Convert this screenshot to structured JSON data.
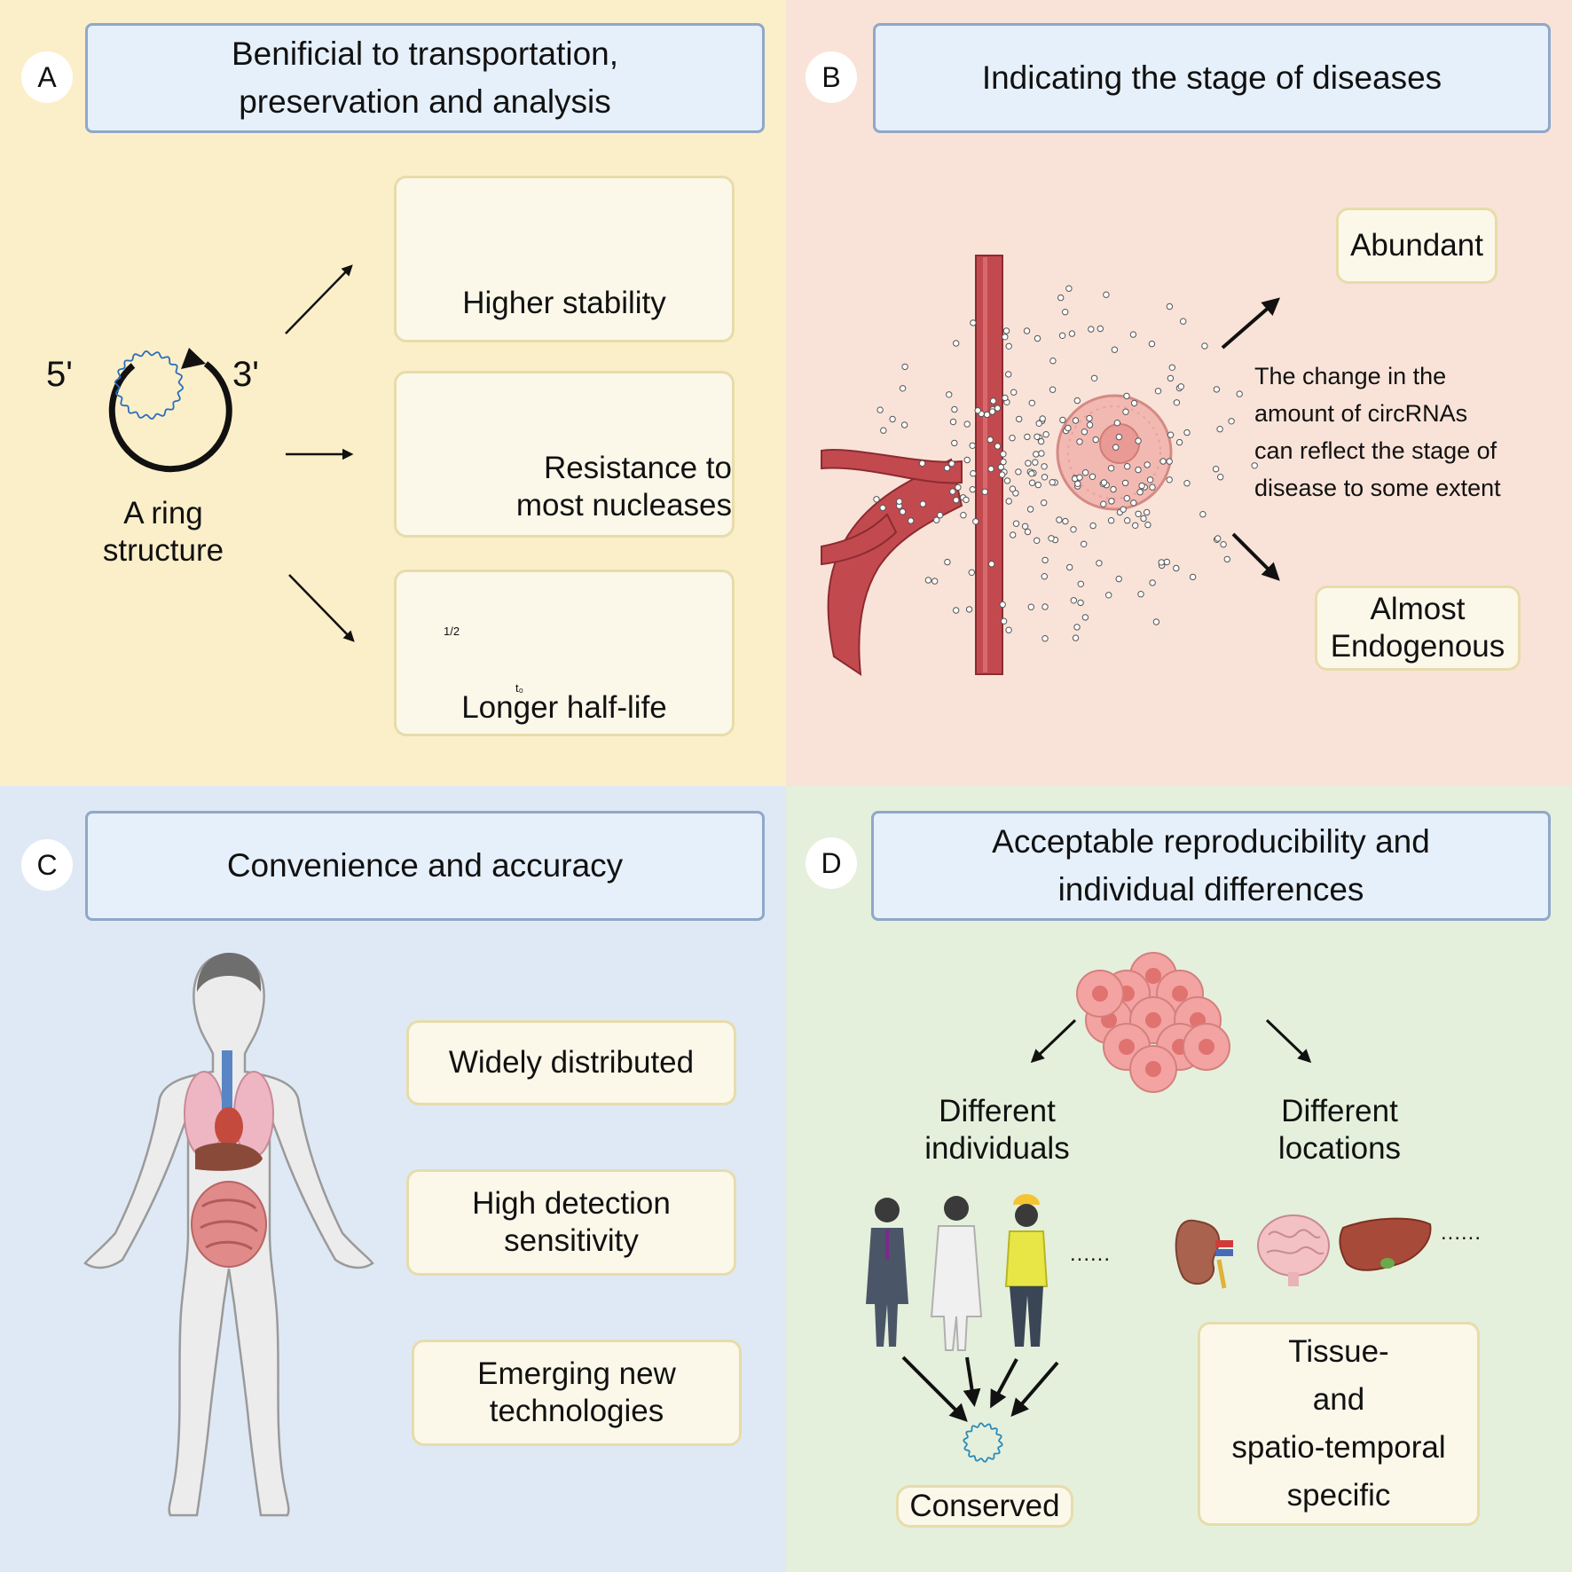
{
  "panel_a": {
    "letter": "A",
    "title_line1": "Benificial to transportation,",
    "title_line2": "preservation and analysis",
    "end5": "5'",
    "end3": "3'",
    "ring_label_line1": "A ring",
    "ring_label_line2": "structure",
    "stability": "Higher stability",
    "nuclease_line1": "Resistance to",
    "nuclease_line2": "most nucleases",
    "halflife": "Longer half-life",
    "graph_y_tick": "1/2",
    "graph_x_tick": "t₀"
  },
  "panel_b": {
    "letter": "B",
    "title": "Indicating the stage of diseases",
    "abundant": "Abundant",
    "endogenous_line1": "Almost",
    "endogenous_line2": "Endogenous",
    "note_line1": "The change in the",
    "note_line2": "amount of circRNAs",
    "note_line3": "can reflect the stage of",
    "note_line4": "disease to some extent"
  },
  "panel_c": {
    "letter": "C",
    "title": "Convenience and accuracy",
    "widely": "Widely distributed",
    "sensitivity_line1": "High detection",
    "sensitivity_line2": "sensitivity",
    "emerging_line1": "Emerging new",
    "emerging_line2": "technologies"
  },
  "panel_d": {
    "letter": "D",
    "title_line1": "Acceptable reproducibility and",
    "title_line2": "individual differences",
    "individuals_line1": "Different",
    "individuals_line2": "individuals",
    "locations_line1": "Different",
    "locations_line2": "locations",
    "ellipsis_people": "......",
    "ellipsis_organs": "......",
    "conserved": "Conserved",
    "tissue_line1": "Tissue-",
    "tissue_line2": "and",
    "tissue_line3": "spatio-temporal",
    "tissue_line4": "specific"
  }
}
